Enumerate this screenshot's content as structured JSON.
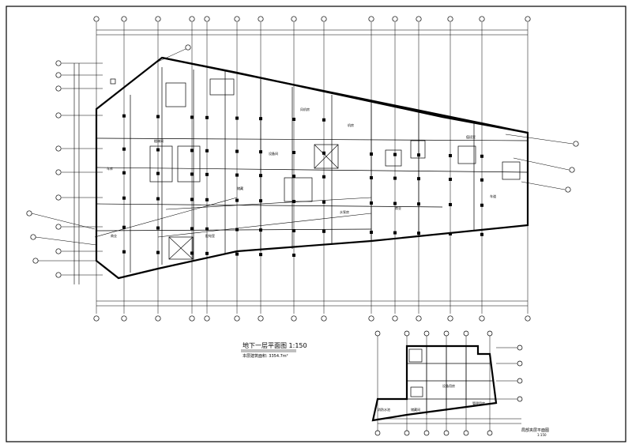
{
  "drawing": {
    "title": "地下一层平面图 1:150",
    "subtitle": "本层建筑面积: 3354.7m²",
    "inset_title": "局部夹层平面图",
    "inset_scale": "1:150"
  },
  "rooms": {
    "r1": "车库",
    "r2": "设备间",
    "r3": "楼梯间",
    "r4": "机房",
    "r5": "商业",
    "r6": "储藏",
    "r7": "值班室",
    "r8": "水泵房",
    "r9": "配电室",
    "r10": "风机房",
    "r11": "车道",
    "r12": "商业"
  },
  "inset_rooms": {
    "i1": "设备用房",
    "i2": "消防水池",
    "i3": "储藏间",
    "i4": "管理用房"
  }
}
